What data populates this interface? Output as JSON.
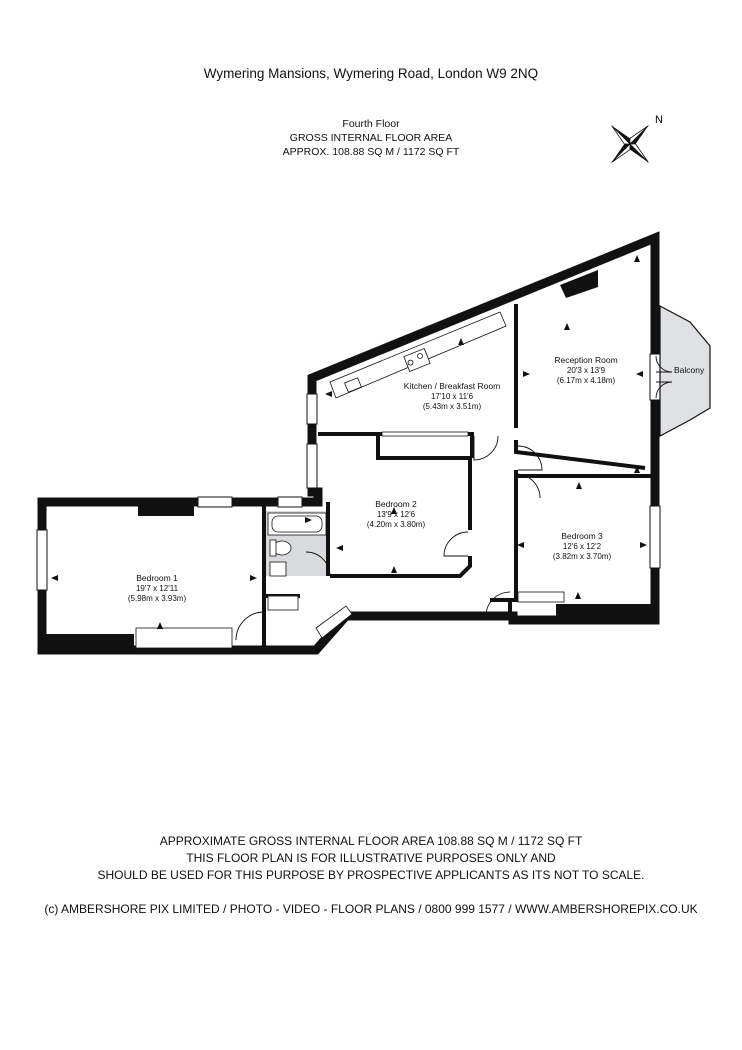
{
  "title": "Wymering Mansions, Wymering Road, London W9 2NQ",
  "floor_header": {
    "floor": "Fourth Floor",
    "area_label": "GROSS INTERNAL FLOOR AREA",
    "area_value": "APPROX. 108.88 SQ M / 1172 SQ FT"
  },
  "compass": {
    "label": "N",
    "icon": "compass-rose-icon"
  },
  "rooms": {
    "kitchen": {
      "name": "Kitchen / Breakfast Room",
      "imperial": "17'10 x 11'6",
      "metric": "(5.43m x 3.51m)"
    },
    "reception": {
      "name": "Reception Room",
      "imperial": "20'3 x 13'9",
      "metric": "(6.17m x 4.18m)"
    },
    "bedroom1": {
      "name": "Bedroom 1",
      "imperial": "19'7 x 12'11",
      "metric": "(5.98m x 3.93m)"
    },
    "bedroom2": {
      "name": "Bedroom 2",
      "imperial": "13'9 x 12'6",
      "metric": "(4.20m x 3.80m)"
    },
    "bedroom3": {
      "name": "Bedroom 3",
      "imperial": "12'6 x 12'2",
      "metric": "(3.82m x 3.70m)"
    },
    "balcony": {
      "name": "Balcony"
    }
  },
  "disclaimer": [
    "APPROXIMATE GROSS INTERNAL FLOOR AREA 108.88 SQ M / 1172 SQ FT",
    "THIS FLOOR PLAN IS FOR ILLUSTRATIVE PURPOSES ONLY AND",
    "SHOULD BE USED FOR THIS PURPOSE BY PROSPECTIVE APPLICANTS AS ITS NOT TO SCALE."
  ],
  "copyright": "(c) AMBERSHORE PIX LIMITED / PHOTO - VIDEO - FLOOR PLANS / 0800 999 1577 / WWW.AMBERSHOREPIX.CO.UK",
  "colors": {
    "wall": "#111111",
    "window": "#ffffff",
    "bathroom": "#d8dadd",
    "text": "#111111"
  }
}
